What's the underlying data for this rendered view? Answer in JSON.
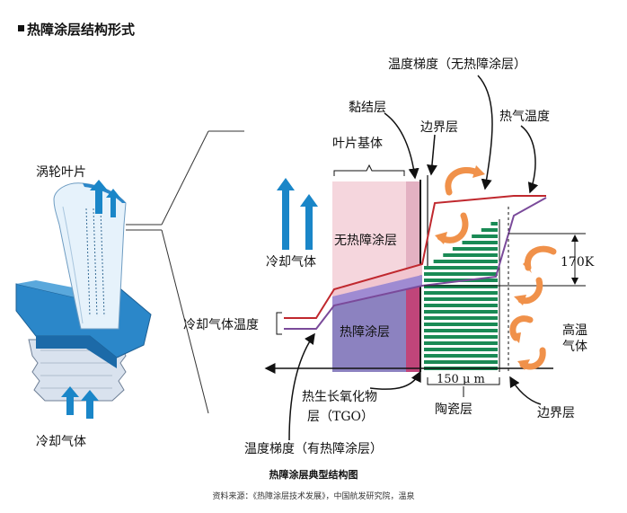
{
  "heading": "热障涂层结构形式",
  "caption": "热障涂层典型结构图",
  "source": "资料来源：《热障涂层技术发展》，中国航发研究院，温泉",
  "labels": {
    "turbine_blade": "涡轮叶片",
    "cooling_gas_bottom": "冷却气体",
    "cooling_gas_left": "冷却气体",
    "cooling_gas_temperature": "冷却气体温度",
    "blade_substrate": "叶片基体",
    "bond_coat": "黏结层",
    "boundary_layer_top": "边界层",
    "gradient_no_tbc": "温度梯度（无热障涂层）",
    "hot_gas_temperature": "热气温度",
    "no_tbc": "无热障涂层",
    "tbc": "热障涂层",
    "delta_t": "170K",
    "high_temp_gas": "高温气体",
    "tgo": "热生长氧化物层（TGO）",
    "thickness": "150 μ m",
    "ceramic_layer": "陶瓷层",
    "boundary_layer_bottom": "边界层",
    "gradient_with_tbc": "温度梯度（有热障涂层）"
  },
  "colors": {
    "blue_arrow": "#1a86c8",
    "blade_blue": "#2b87c9",
    "substrate_pink": "#f5d6dd",
    "tbc_purple": "#8c82c0",
    "bond_magenta": "#cc5c80",
    "ceramic_green": "#1a8a55",
    "orange_arrow": "#f0914a",
    "red_line": "#c0282e",
    "purple_line": "#7a4a9a"
  }
}
